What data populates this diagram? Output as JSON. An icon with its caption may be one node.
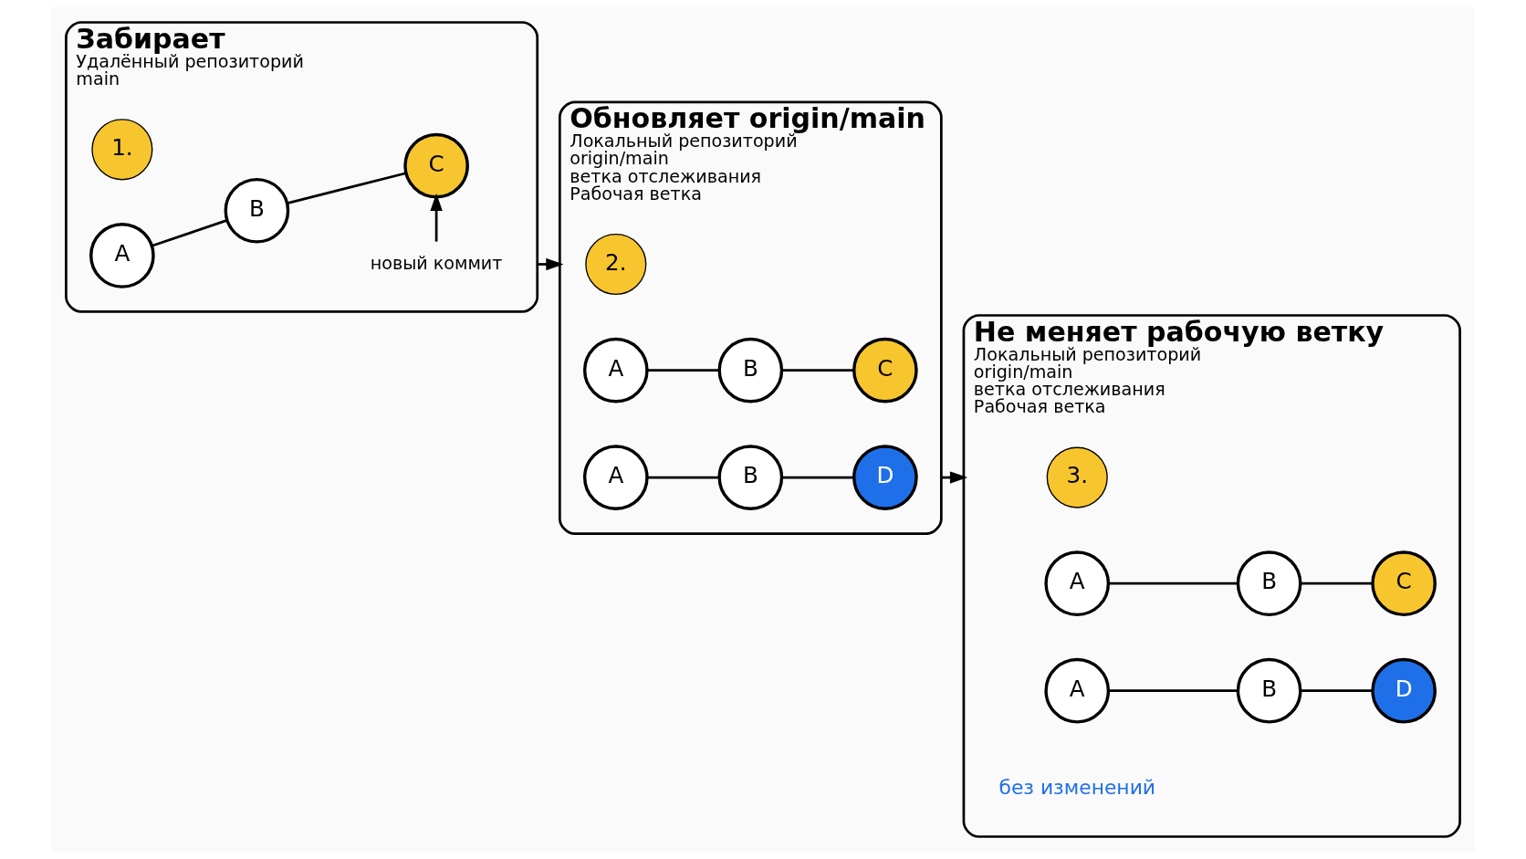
{
  "diagram": {
    "nodes": [
      {
        "text": [
          "Забирает",
          "Удалённый репозиторий",
          "main"
        ]
      },
      {
        "text": [
          "1."
        ],
        "in": 0
      },
      {
        "text": [
          "A"
        ],
        "in": 0
      },
      {
        "text": [
          "B"
        ],
        "in": 0
      },
      {
        "text": [
          "C"
        ],
        "in": 0
      },
      {
        "text": [
          "новый коммит"
        ],
        "in": 0
      },
      {
        "text": [
          "Обновляет origin/main",
          "Локальный репозиторий",
          "origin/main",
          "ветка отслеживания",
          "Рабочая ветка"
        ]
      },
      {
        "text": [
          "2."
        ],
        "in": 6
      },
      {
        "text": [
          "A"
        ],
        "in": 6
      },
      {
        "text": [
          "B"
        ],
        "in": 6
      },
      {
        "text": [
          "C"
        ],
        "in": 6
      },
      {
        "text": [
          "A"
        ],
        "in": 6
      },
      {
        "text": [
          "B"
        ],
        "in": 6
      },
      {
        "text": [
          "D"
        ],
        "in": 6
      },
      {
        "text": [
          "Не меняет рабочую ветку",
          "Локальный репозиторий",
          "origin/main",
          "ветка отслеживания",
          "Рабочая ветка"
        ]
      },
      {
        "text": [
          "3."
        ],
        "in": 14
      },
      {
        "text": [
          "A"
        ],
        "in": 14
      },
      {
        "text": [
          "B"
        ],
        "in": 14
      },
      {
        "text": [
          "C"
        ],
        "in": 14
      },
      {
        "text": [
          "A"
        ],
        "in": 14
      },
      {
        "text": [
          "B"
        ],
        "in": 14
      },
      {
        "text": [
          "D"
        ],
        "in": 14
      },
      {
        "text": [
          "без изменений"
        ],
        "in": 14
      }
    ],
    "edges": [
      {
        "from": 2,
        "to": 3,
        "arrow": "none"
      },
      {
        "from": 3,
        "to": 4,
        "arrow": "none"
      },
      {
        "from": 5,
        "to": 4,
        "arrow": "to"
      },
      {
        "from": 8,
        "to": 9,
        "arrow": "none"
      },
      {
        "from": 9,
        "to": 10,
        "arrow": "none"
      },
      {
        "from": 11,
        "to": 12,
        "arrow": "none"
      },
      {
        "from": 12,
        "to": 13,
        "arrow": "none"
      },
      {
        "from": 16,
        "to": 17,
        "arrow": "none"
      },
      {
        "from": 17,
        "to": 18,
        "arrow": "none"
      },
      {
        "from": 19,
        "to": 20,
        "arrow": "none"
      },
      {
        "from": 20,
        "to": 21,
        "arrow": "none"
      },
      {
        "from": 0,
        "to": 6,
        "arrow": "to"
      },
      {
        "from": 6,
        "to": 14,
        "arrow": "to"
      }
    ]
  }
}
